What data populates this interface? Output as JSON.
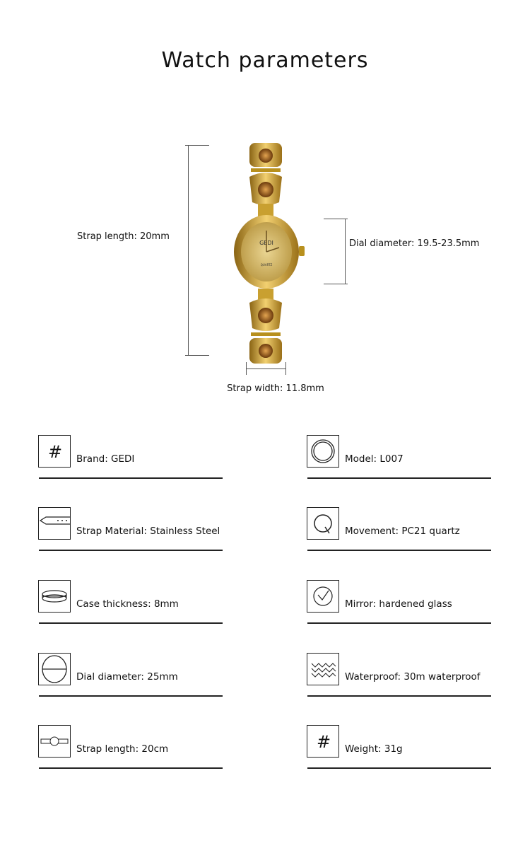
{
  "title": "Watch parameters",
  "diagram": {
    "strap_length_label": "Strap length: 20mm",
    "dial_diameter_label": "Dial diameter: 19.5-23.5mm",
    "strap_width_label": "Strap width: 11.8mm",
    "watch_brand_text": "GEDI",
    "watch_dial_text": "QUARTZ"
  },
  "specs": [
    {
      "icon": "hash-icon",
      "label": "Brand: GEDI"
    },
    {
      "icon": "double-circle-icon",
      "label": "Model: L007"
    },
    {
      "icon": "strap-icon",
      "label": "Strap Material: Stainless Steel"
    },
    {
      "icon": "quartz-q-icon",
      "label": "Movement: PC21 quartz"
    },
    {
      "icon": "case-thickness-icon",
      "label": "Case thickness: 8mm"
    },
    {
      "icon": "clock-check-icon",
      "label": "Mirror: hardened glass"
    },
    {
      "icon": "dial-icon",
      "label": "Dial diameter: 25mm"
    },
    {
      "icon": "waves-icon",
      "label": "Waterproof: 30m waterproof"
    },
    {
      "icon": "strap-length-icon",
      "label": "Strap length: 20cm"
    },
    {
      "icon": "hash-icon",
      "label": "Weight: 31g"
    }
  ],
  "colors": {
    "gold": "#c99a2a",
    "amber": "#a8661c",
    "dial": "#d9bf6e"
  }
}
